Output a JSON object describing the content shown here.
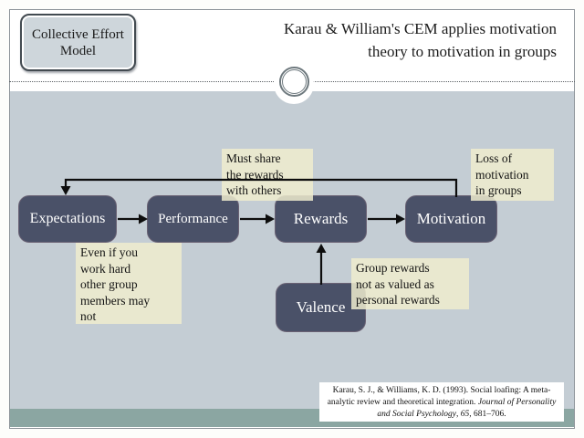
{
  "colors": {
    "content_background": "#c4cdd4",
    "node_fill": "#4a5168",
    "annotation_fill": "#edeacb",
    "accent_band": "#8ba6a2",
    "node_text": "#ffffff"
  },
  "header": {
    "model_box_label": "Collective Effort Model"
  },
  "title": "Karau & William's CEM applies motivation\ntheory to motivation in groups",
  "diagram": {
    "nodes": [
      {
        "id": "expectations",
        "label": "Expectations"
      },
      {
        "id": "performance",
        "label": "Performance"
      },
      {
        "id": "rewards",
        "label": "Rewards"
      },
      {
        "id": "motivation",
        "label": "Motivation"
      },
      {
        "id": "valence",
        "label": "Valence"
      }
    ],
    "annotations": [
      {
        "id": "share-rewards",
        "text": "Must share\nthe rewards\nwith others"
      },
      {
        "id": "loss-motivation",
        "text": "Loss of\nmotivation\nin groups"
      },
      {
        "id": "even-if",
        "text": "Even if you\nwork hard\nother group\nmembers may\nnot"
      },
      {
        "id": "group-rewards",
        "text": "Group rewards\nnot as valued as\npersonal rewards"
      }
    ],
    "edges": [
      {
        "from": "Expectations",
        "to": "Performance",
        "type": "forward"
      },
      {
        "from": "Performance",
        "to": "Rewards",
        "type": "forward"
      },
      {
        "from": "Rewards",
        "to": "Motivation",
        "type": "forward"
      },
      {
        "from": "Valence",
        "to": "Rewards",
        "type": "forward"
      },
      {
        "from": "Motivation",
        "to": "Expectations",
        "type": "feedback"
      }
    ]
  },
  "citation": {
    "pre": "Karau, S. J., & Williams, K. D. (1993). Social loafing: A meta-analytic review and theoretical integration. ",
    "journal_italic": "Journal of Personality and Social Psychology",
    "mid": ", ",
    "volume_italic": "65",
    "post": ", 681–706."
  }
}
